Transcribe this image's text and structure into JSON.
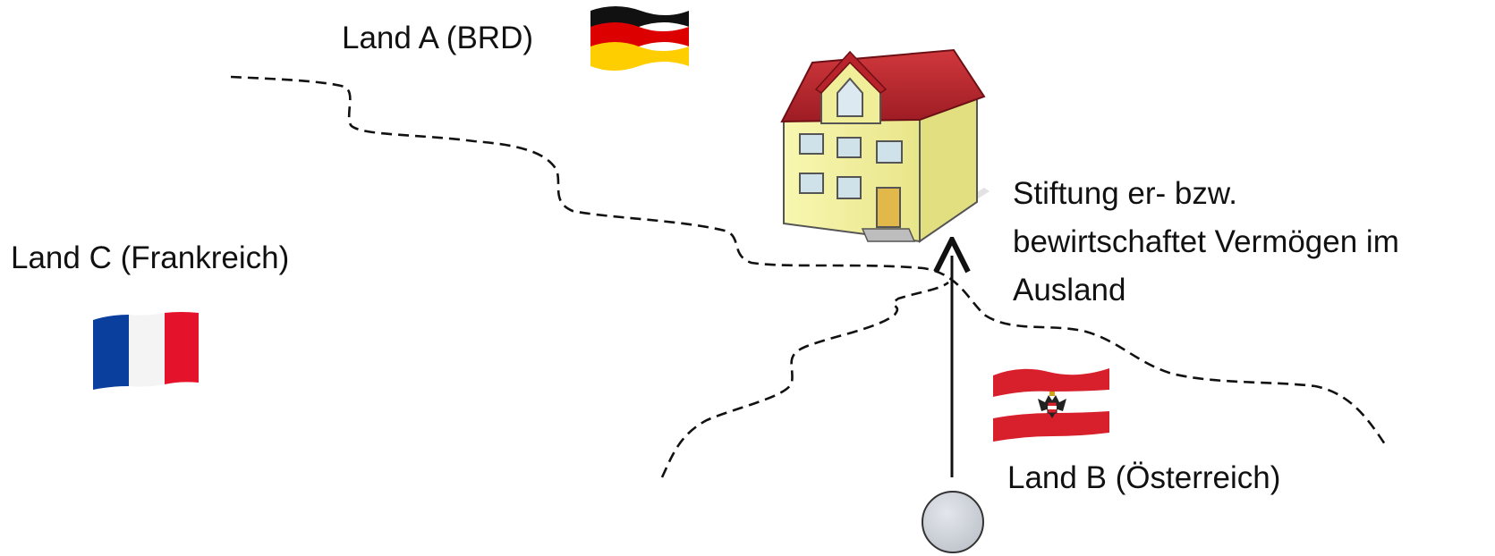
{
  "labels": {
    "land_a": "Land A (BRD)",
    "land_b": "Land B (Österreich)",
    "land_c": "Land C (Frankreich)",
    "foundation_line1": "Stiftung er- bzw.",
    "foundation_line2": "bewirtschaftet Vermögen im",
    "foundation_line3": "Ausland"
  },
  "icons": {
    "flag_germany": "germany-flag-icon",
    "flag_france": "france-flag-icon",
    "flag_austria": "austria-flag-icon",
    "house": "house-icon",
    "person": "person-icon",
    "arrow": "arrow-up-icon"
  },
  "colors": {
    "germany": [
      "#000000",
      "#dd0000",
      "#ffce00"
    ],
    "france": [
      "#0b3f9e",
      "#ffffff",
      "#e4122a"
    ],
    "austria": [
      "#d8202c",
      "#ffffff",
      "#d8202c"
    ],
    "roof": "#b8232b",
    "wall": "#f3f19c",
    "person": "#cfd3da"
  }
}
